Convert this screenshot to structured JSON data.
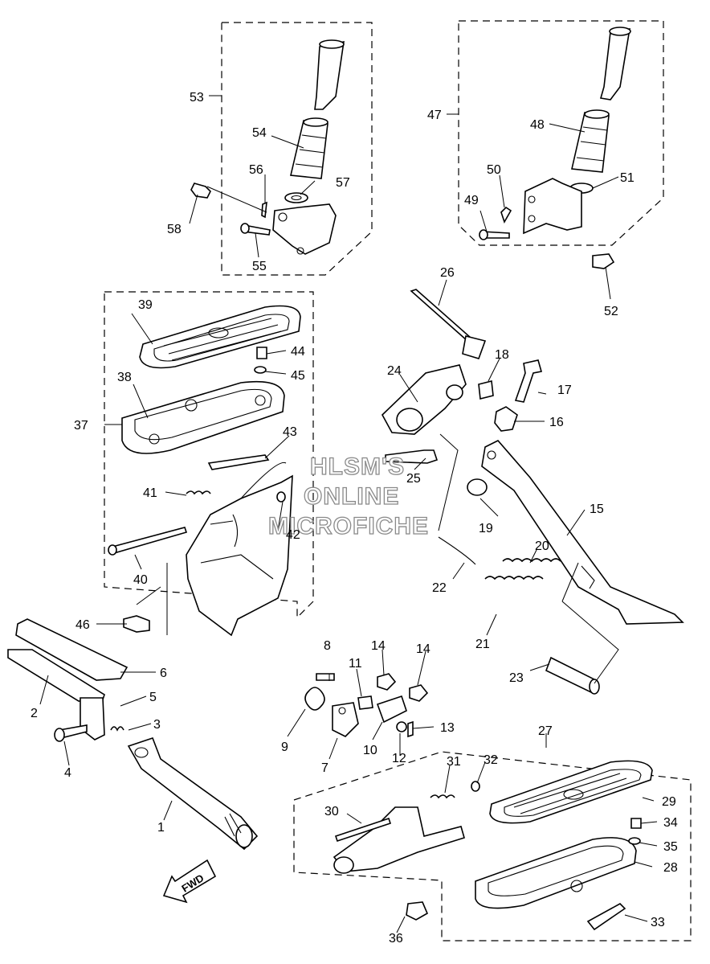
{
  "callouts": [
    {
      "label": "1"
    },
    {
      "label": "2"
    },
    {
      "label": "3"
    },
    {
      "label": "4"
    },
    {
      "label": "5"
    },
    {
      "label": "6"
    },
    {
      "label": "7"
    },
    {
      "label": "8"
    },
    {
      "label": "9"
    },
    {
      "label": "10"
    },
    {
      "label": "11"
    },
    {
      "label": "12"
    },
    {
      "label": "13"
    },
    {
      "label": "14"
    },
    {
      "label": "14"
    },
    {
      "label": "15"
    },
    {
      "label": "16"
    },
    {
      "label": "17"
    },
    {
      "label": "18"
    },
    {
      "label": "19"
    },
    {
      "label": "20"
    },
    {
      "label": "21"
    },
    {
      "label": "22"
    },
    {
      "label": "23"
    },
    {
      "label": "24"
    },
    {
      "label": "25"
    },
    {
      "label": "26"
    },
    {
      "label": "27"
    },
    {
      "label": "28"
    },
    {
      "label": "29"
    },
    {
      "label": "30"
    },
    {
      "label": "31"
    },
    {
      "label": "32"
    },
    {
      "label": "33"
    },
    {
      "label": "34"
    },
    {
      "label": "35"
    },
    {
      "label": "36"
    },
    {
      "label": "37"
    },
    {
      "label": "38"
    },
    {
      "label": "39"
    },
    {
      "label": "40"
    },
    {
      "label": "41"
    },
    {
      "label": "42"
    },
    {
      "label": "43"
    },
    {
      "label": "44"
    },
    {
      "label": "45"
    },
    {
      "label": "46"
    },
    {
      "label": "47"
    },
    {
      "label": "48"
    },
    {
      "label": "49"
    },
    {
      "label": "50"
    },
    {
      "label": "51"
    },
    {
      "label": "52"
    },
    {
      "label": "53"
    },
    {
      "label": "54"
    },
    {
      "label": "55"
    },
    {
      "label": "56"
    },
    {
      "label": "57"
    },
    {
      "label": "58"
    }
  ],
  "watermark": [
    "HLSM'S",
    "ONLINE",
    "MICROFICHE"
  ],
  "direction_arrow": {
    "label": "FWD"
  }
}
